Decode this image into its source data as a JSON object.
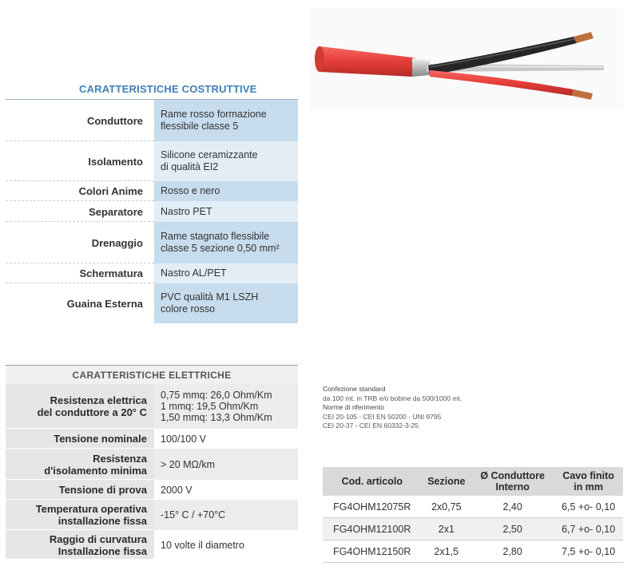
{
  "colors": {
    "accent": "#3f7fb8",
    "cell_dark": "#c7dced",
    "cell_light": "#e2edf6",
    "cable_red": "#e8403c"
  },
  "image": {
    "name": "fire-resistant-cable-photo"
  },
  "construction": {
    "title": "CARATTERISTICHE COSTRUTTIVE",
    "rows": [
      {
        "label": "Conduttore",
        "value": [
          "Rame rosso formazione",
          "flessibile classe 5"
        ]
      },
      {
        "label": "Isolamento",
        "value": [
          "Silicone ceramizzante",
          "di qualità EI2"
        ]
      },
      {
        "label": "Colori Anime",
        "value": [
          "Rosso e nero"
        ]
      },
      {
        "label": "Separatore",
        "value": [
          "Nastro PET"
        ]
      },
      {
        "label": "Drenaggio",
        "value": [
          "Rame stagnato flessibile",
          "classe 5 sezione 0,50 mm²"
        ]
      },
      {
        "label": "Schermatura",
        "value": [
          "Nastro AL/PET"
        ]
      },
      {
        "label": "Guaina Esterna",
        "value": [
          "PVC qualità M1 LSZH",
          "colore rosso"
        ]
      }
    ]
  },
  "electrical": {
    "title": "CARATTERISTICHE ELETTRICHE",
    "rows": [
      {
        "label": [
          "Resistenza elettrica",
          "del conduttore a 20° C"
        ],
        "value": [
          "0,75 mmq: 26,0 Ohm/Km",
          "1 mmq: 19,5 Ohm/Km",
          "1,50 mmq: 13,3 Ohm/Km"
        ]
      },
      {
        "label": [
          "Tensione nominale"
        ],
        "value": [
          "100/100 V"
        ]
      },
      {
        "label": [
          "Resistenza",
          "d'isolamento minima"
        ],
        "value": [
          "> 20 MΩ/km"
        ]
      },
      {
        "label": [
          "Tensione di prova"
        ],
        "value": [
          "2000 V"
        ]
      },
      {
        "label": [
          "Temperatura operativa",
          "installazione fissa"
        ],
        "value": [
          "-15° C / +70°C"
        ]
      },
      {
        "label": [
          "Raggio di curvatura",
          "Installazione fissa"
        ],
        "value": [
          "10 volte il diametro"
        ]
      }
    ]
  },
  "notes": {
    "packaging_title": "Confezione standard",
    "packaging_text": "da 100 mt. in TRB e/o bobine da 500/1000 mt.",
    "norms_title": "Norme di riferimento",
    "norms_line1": "CEI 20-105 - CEI EN 50200 - UNI 9795",
    "norms_line2": "CEI 20-37 - CEI EN 60332-3-25"
  },
  "products": {
    "headers": [
      [
        "Cod. articolo"
      ],
      [
        "Sezione"
      ],
      [
        "Ø Conduttore",
        "Interno"
      ],
      [
        "Cavo finito",
        "in mm"
      ]
    ],
    "rows": [
      [
        "FG4OHM12075R",
        "2x0,75",
        "2,40",
        "6,5 +o- 0,10"
      ],
      [
        "FG4OHM12100R",
        "2x1",
        "2,50",
        "6,7 +o- 0,10"
      ],
      [
        "FG4OHM12150R",
        "2x1,5",
        "2,80",
        "7,5 +o- 0,10"
      ]
    ]
  }
}
